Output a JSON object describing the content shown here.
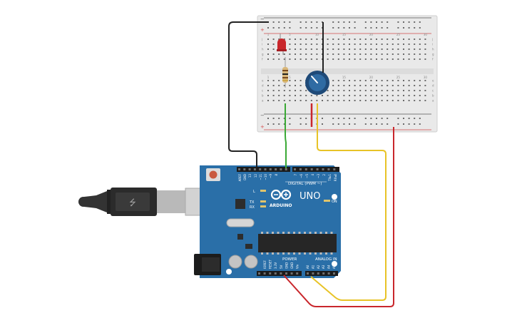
{
  "breadboard": {
    "column_numbers": [
      "1",
      "5",
      "10",
      "15",
      "20",
      "25",
      "30"
    ],
    "row_letters_top": [
      "a",
      "b",
      "c",
      "d",
      "e"
    ],
    "row_letters_bottom": [
      "f",
      "g",
      "h",
      "i",
      "j"
    ],
    "rail_plus": "+",
    "rail_minus": "−"
  },
  "arduino": {
    "brand": "ARDUINO",
    "model": "UNO",
    "digital_label": "DIGITAL (PWM ~)",
    "power_label": "POWER",
    "analog_label": "ANALOG IN",
    "on_label": "ON",
    "l_label": "L",
    "tx_label": "TX",
    "rx_label": "RX",
    "digital_pins": [
      "AREF",
      "GND",
      "13",
      "12",
      "~11",
      "~10",
      "~9",
      "8",
      "7",
      "~6",
      "~5",
      "4",
      "~3",
      "2",
      "TX▸1",
      "RX◂0"
    ],
    "power_pins": [
      "IOREF",
      "RESET",
      "3.3V",
      "5V",
      "GND",
      "GND",
      "Vin"
    ],
    "analog_pins": [
      "A0",
      "A1",
      "A2",
      "A3",
      "A4",
      "A5"
    ]
  },
  "colors": {
    "board_blue": "#2a6fa8",
    "wire_black": "#222222",
    "wire_green": "#3aa935",
    "wire_yellow": "#e8c327",
    "wire_red": "#c9272c",
    "led_red": "#c9272c"
  }
}
